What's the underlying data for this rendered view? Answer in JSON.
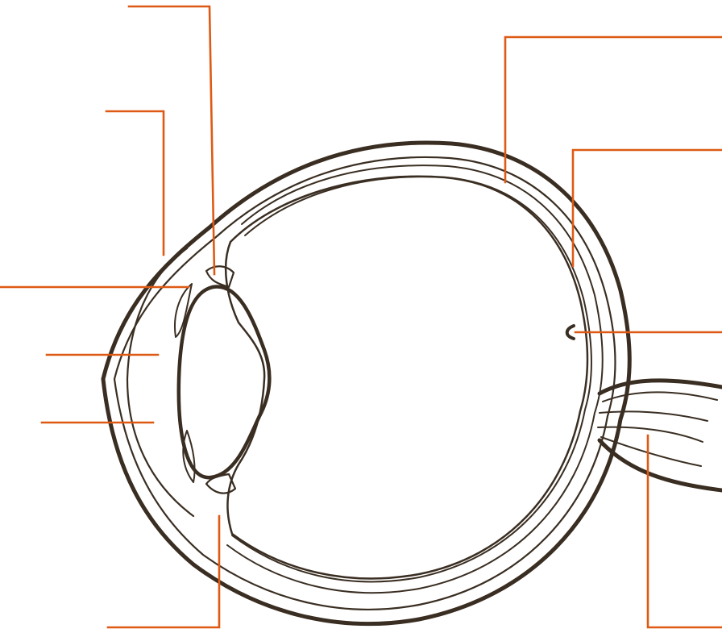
{
  "diagram": {
    "subject": "eye-cross-section",
    "colors": {
      "outline": "#3a2e22",
      "leader": "#de5a14",
      "background": "#ffffff",
      "vitreous_dots": "#1a1a1a"
    },
    "labels": [
      {
        "id": "suspensory-ligament",
        "text": ""
      },
      {
        "id": "cornea",
        "text": ""
      },
      {
        "id": "iris",
        "text": ""
      },
      {
        "id": "pupil",
        "text": ""
      },
      {
        "id": "aqueous-humour",
        "text": ""
      },
      {
        "id": "ciliary-muscle",
        "text": ""
      },
      {
        "id": "sclera",
        "text": ""
      },
      {
        "id": "retina",
        "text": ""
      },
      {
        "id": "fovea",
        "text": ""
      },
      {
        "id": "optic-nerve",
        "text": ""
      }
    ]
  }
}
